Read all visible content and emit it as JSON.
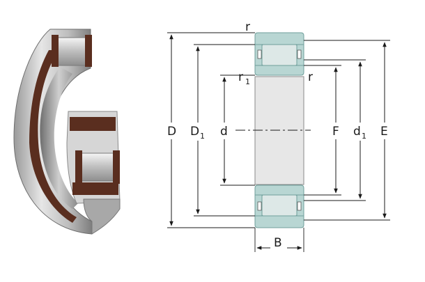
{
  "labels": {
    "D": "D",
    "D1_main": "D",
    "D1_sub": "1",
    "d": "d",
    "F": "F",
    "d1_main": "d",
    "d1_sub": "1",
    "E": "E",
    "B": "B",
    "r_top": "r",
    "r_right": "r",
    "r1_main": "r",
    "r1_sub": "1"
  },
  "colors": {
    "ring_fill": "#b8d6d3",
    "ring_stroke": "#6f9f9b",
    "body_fill": "#e7e7e7",
    "roller_fill": "#dde8e7",
    "line": "#1a1a1a",
    "cage_brown": "#5a2e1f",
    "steel_light": "#d9d9d9",
    "steel_dark": "#8c8c8c"
  },
  "icons": {
    "product": "cylindrical-roller-bearing-3d",
    "drawing": "bearing-cross-section"
  }
}
